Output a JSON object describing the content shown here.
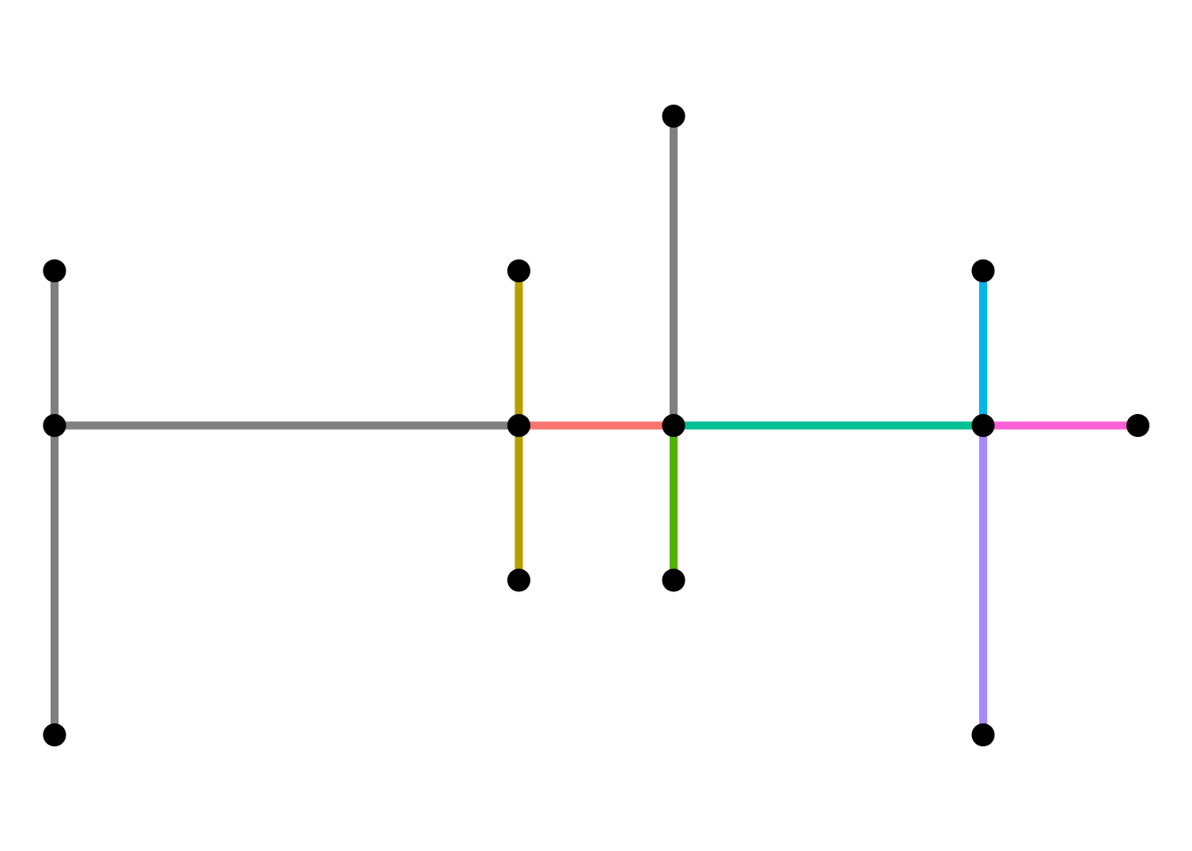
{
  "graph": {
    "nodes": [
      {
        "id": "n1",
        "col": 0,
        "row": 2
      },
      {
        "id": "n2",
        "col": 0,
        "row": 3
      },
      {
        "id": "n3",
        "col": 0,
        "row": 5
      },
      {
        "id": "n4",
        "col": 3,
        "row": 2
      },
      {
        "id": "n5",
        "col": 3,
        "row": 3
      },
      {
        "id": "n6",
        "col": 3,
        "row": 4
      },
      {
        "id": "n7",
        "col": 4,
        "row": 1
      },
      {
        "id": "n8",
        "col": 4,
        "row": 3
      },
      {
        "id": "n9",
        "col": 4,
        "row": 4
      },
      {
        "id": "n10",
        "col": 6,
        "row": 2
      },
      {
        "id": "n11",
        "col": 6,
        "row": 3
      },
      {
        "id": "n12",
        "col": 6,
        "row": 5
      },
      {
        "id": "n13",
        "col": 7,
        "row": 3
      }
    ],
    "edges": [
      {
        "from": "n1",
        "to": "n2",
        "color": "#808080"
      },
      {
        "from": "n2",
        "to": "n3",
        "color": "#808080"
      },
      {
        "from": "n2",
        "to": "n5",
        "color": "#808080"
      },
      {
        "from": "n4",
        "to": "n5",
        "color": "#B79F00"
      },
      {
        "from": "n5",
        "to": "n6",
        "color": "#B79F00"
      },
      {
        "from": "n5",
        "to": "n8",
        "color": "#F8766D"
      },
      {
        "from": "n7",
        "to": "n8",
        "color": "#808080"
      },
      {
        "from": "n8",
        "to": "n9",
        "color": "#53B400"
      },
      {
        "from": "n8",
        "to": "n11",
        "color": "#00C094"
      },
      {
        "from": "n10",
        "to": "n11",
        "color": "#00B6EB"
      },
      {
        "from": "n11",
        "to": "n12",
        "color": "#A58AFF"
      },
      {
        "from": "n11",
        "to": "n13",
        "color": "#FB61D7"
      }
    ]
  }
}
